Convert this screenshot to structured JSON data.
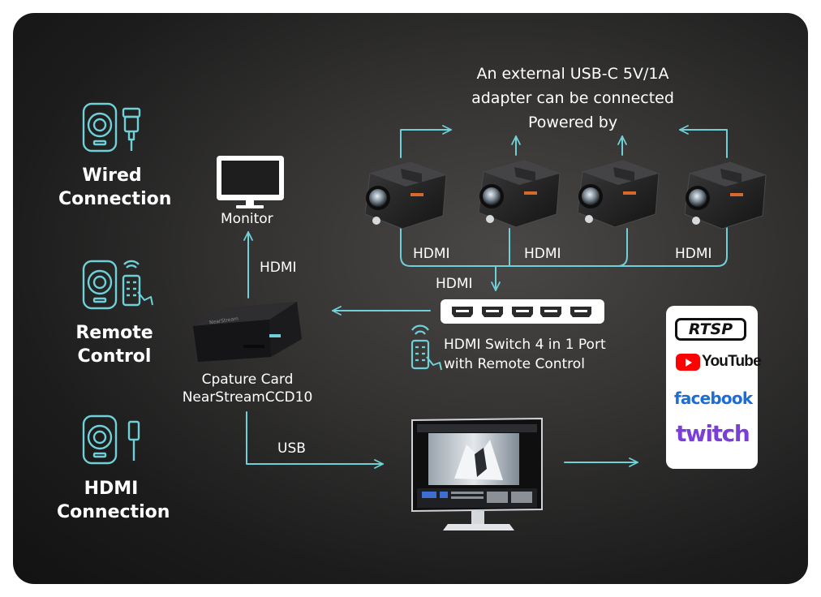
{
  "connections": [
    {
      "name": "wired",
      "label_line1": "Wired",
      "label_line2": "Connection"
    },
    {
      "name": "remote",
      "label_line1": "Remote",
      "label_line2": "Control"
    },
    {
      "name": "hdmi",
      "label_line1": "HDMI",
      "label_line2": "Connection"
    }
  ],
  "power_note": {
    "line1": "An external USB-C 5V/1A",
    "line2": "adapter can be connected",
    "line3": "Powered by"
  },
  "monitor_label": "Monitor",
  "link_labels": {
    "hdmi_to_monitor": "HDMI",
    "hdmi_cam1": "HDMI",
    "hdmi_cam2": "HDMI",
    "hdmi_cam4": "HDMI",
    "hdmi_to_switch": "HDMI",
    "usb": "USB"
  },
  "capture_card": {
    "line1": "Cpature Card",
    "line2": "NearStreamCCD10",
    "device_text": "NearStream"
  },
  "hdmi_switch": {
    "line1": "HDMI Switch 4 in 1 Port",
    "line2": "with Remote Control"
  },
  "platforms": {
    "rtsp": "RTSP",
    "youtube": "YouTube",
    "facebook": "facebook",
    "twitch": "twitch"
  },
  "colors": {
    "accent": "#6fd0d8",
    "panel_bg": "#2a2a2a",
    "text": "#ffffff",
    "youtube_red": "#ff0000",
    "facebook_blue": "#1f6cd6",
    "twitch_purple": "#7a3fd6"
  }
}
